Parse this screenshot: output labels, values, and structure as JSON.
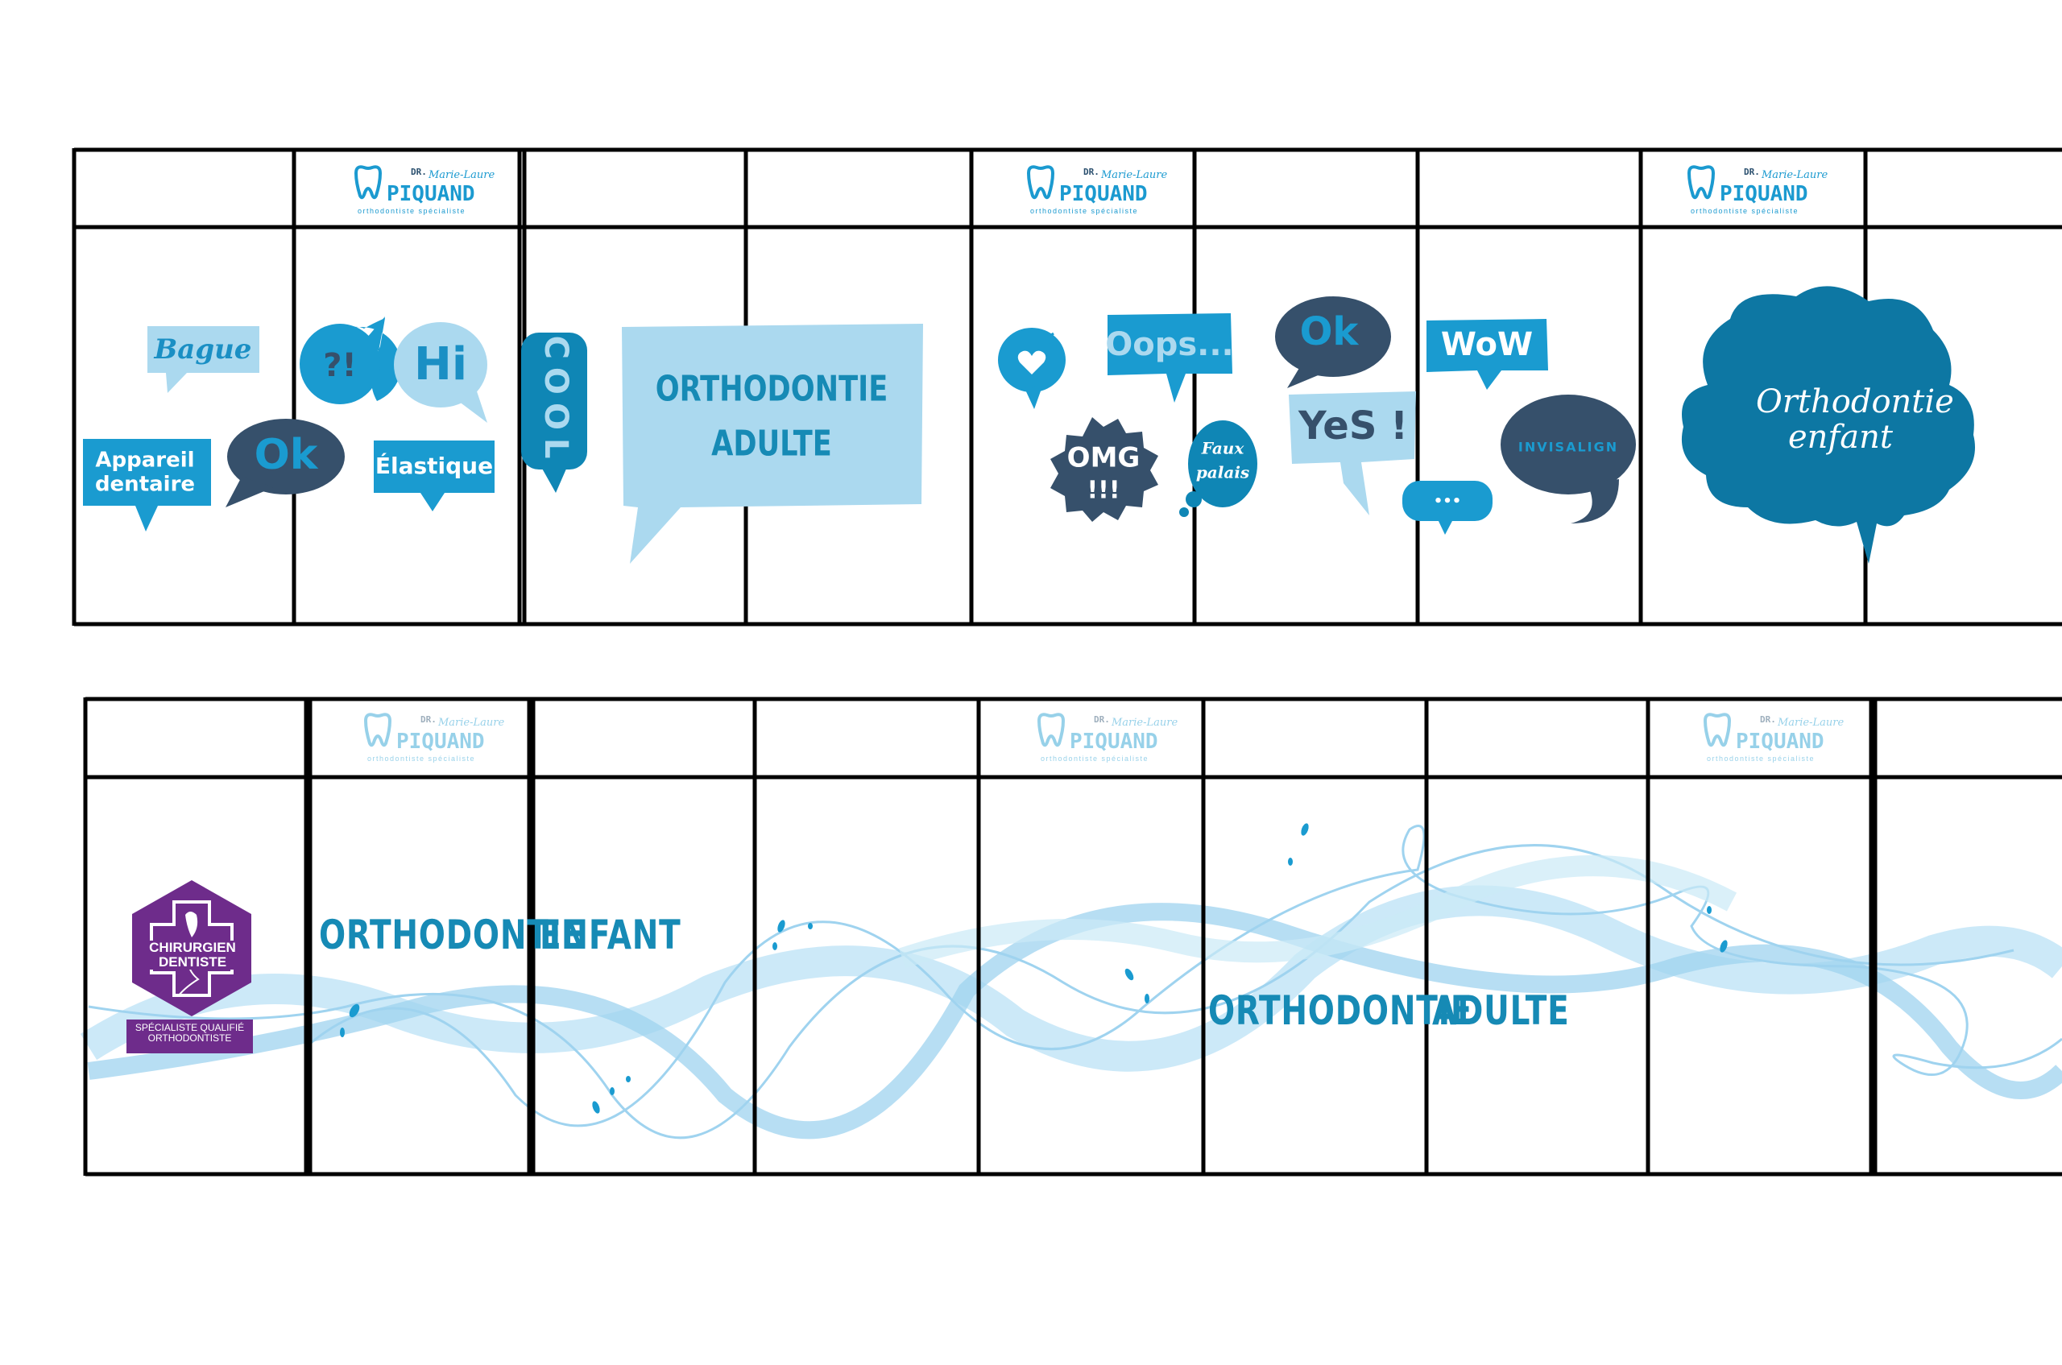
{
  "colors": {
    "frame": "#000000",
    "light_blue": "#abd9ef",
    "mid_blue": "#1a9bd0",
    "teal": "#0f86b5",
    "navy": "#36506b",
    "deep_teal": "#0d77a3",
    "purple": "#6e2c8b",
    "wave": "#9fd3ef"
  },
  "logo": {
    "prefix": "DR.",
    "first_name": "Marie-Laure",
    "surname": "PIQUAND",
    "tagline": "orthodontiste spécialiste"
  },
  "top_band": {
    "bubbles": {
      "bague": "Bague",
      "appareil_line1": "Appareil",
      "appareil_line2": "dentaire",
      "question": "?!",
      "ok_left": "Ok",
      "hi": "Hi",
      "elastique": "Élastique",
      "cool": "COOL",
      "big_line1": "ORTHODONTIE",
      "big_line2": "ADULTE",
      "oops": "Oops...",
      "omg_line1": "OMG",
      "omg_line2": "!!!",
      "faux_line1": "Faux",
      "faux_line2": "palais",
      "ok_right": "Ok",
      "yes": "YeS !",
      "ellipsis": "•••",
      "wow": "WoW",
      "invisalign": "INVISALIGN",
      "cloud_line1": "Orthodontie",
      "cloud_line2": "enfant"
    }
  },
  "bottom_band": {
    "badge_line1": "CHIRURGIEN",
    "badge_line2": "DENTISTE",
    "badge_sub1": "SPÉCIALISTE QUALIFIÉ",
    "badge_sub2": "ORTHODONTISTE",
    "title_left_part1": "ORTHODONTIE",
    "title_left_part2": "ENFANT",
    "title_right_part1": "ORTHODONTIE",
    "title_right_part2": "ADULTE"
  }
}
